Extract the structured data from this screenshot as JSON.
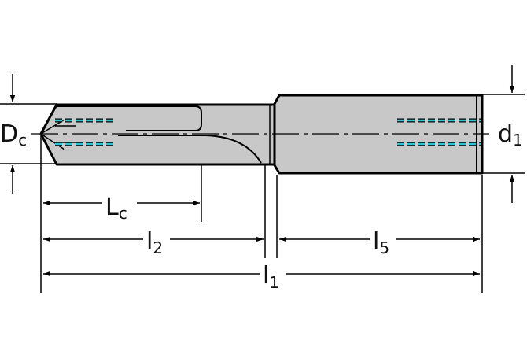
{
  "labels": {
    "dc_main": "D",
    "dc_sub": "c",
    "d1_main": "d",
    "d1_sub": "1",
    "lc_main": "L",
    "lc_sub": "c",
    "l2_main": "l",
    "l2_sub": "2",
    "l5_main": "l",
    "l5_sub": "5",
    "l1_main": "l",
    "l1_sub": "1"
  },
  "colors": {
    "outline": "#000000",
    "body_fill": "#c8c8c8",
    "coolant": "#2ec4d6",
    "background": "#ffffff"
  }
}
